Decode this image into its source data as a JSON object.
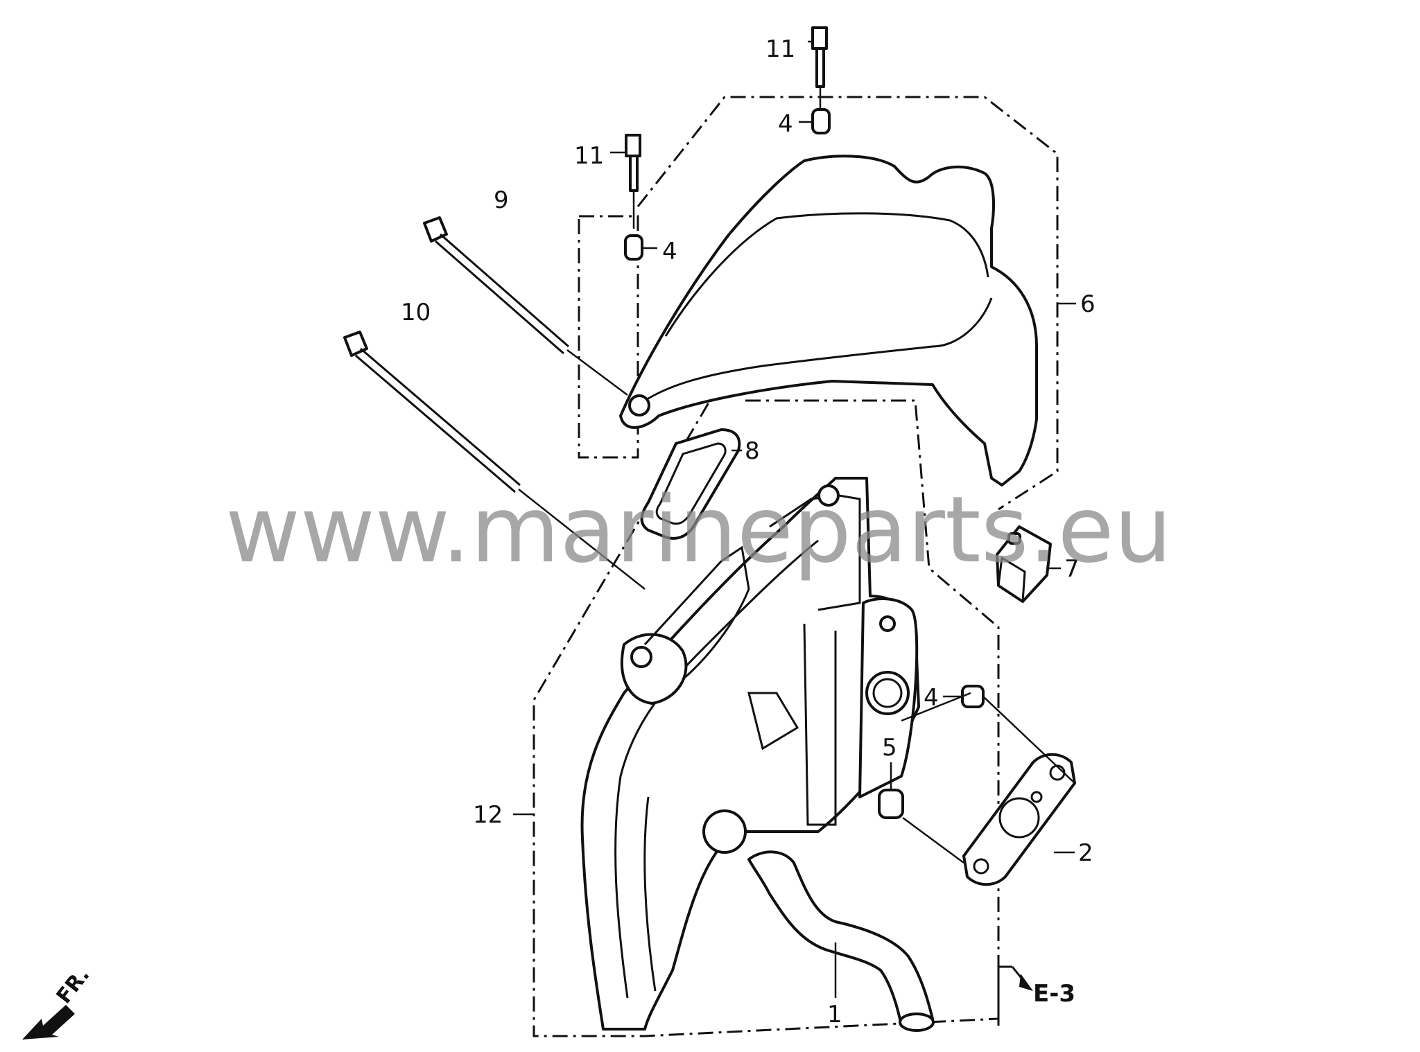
{
  "callouts": {
    "c1": "1",
    "c2": "2",
    "c4a": "4",
    "c4b": "4",
    "c4c": "4",
    "c5": "5",
    "c6": "6",
    "c7": "7",
    "c8": "8",
    "c9": "9",
    "c10": "10",
    "c11a": "11",
    "c11b": "11",
    "c12": "12"
  },
  "reference": "E-3",
  "direction": "FR.",
  "watermark": "www.marineparts.eu"
}
